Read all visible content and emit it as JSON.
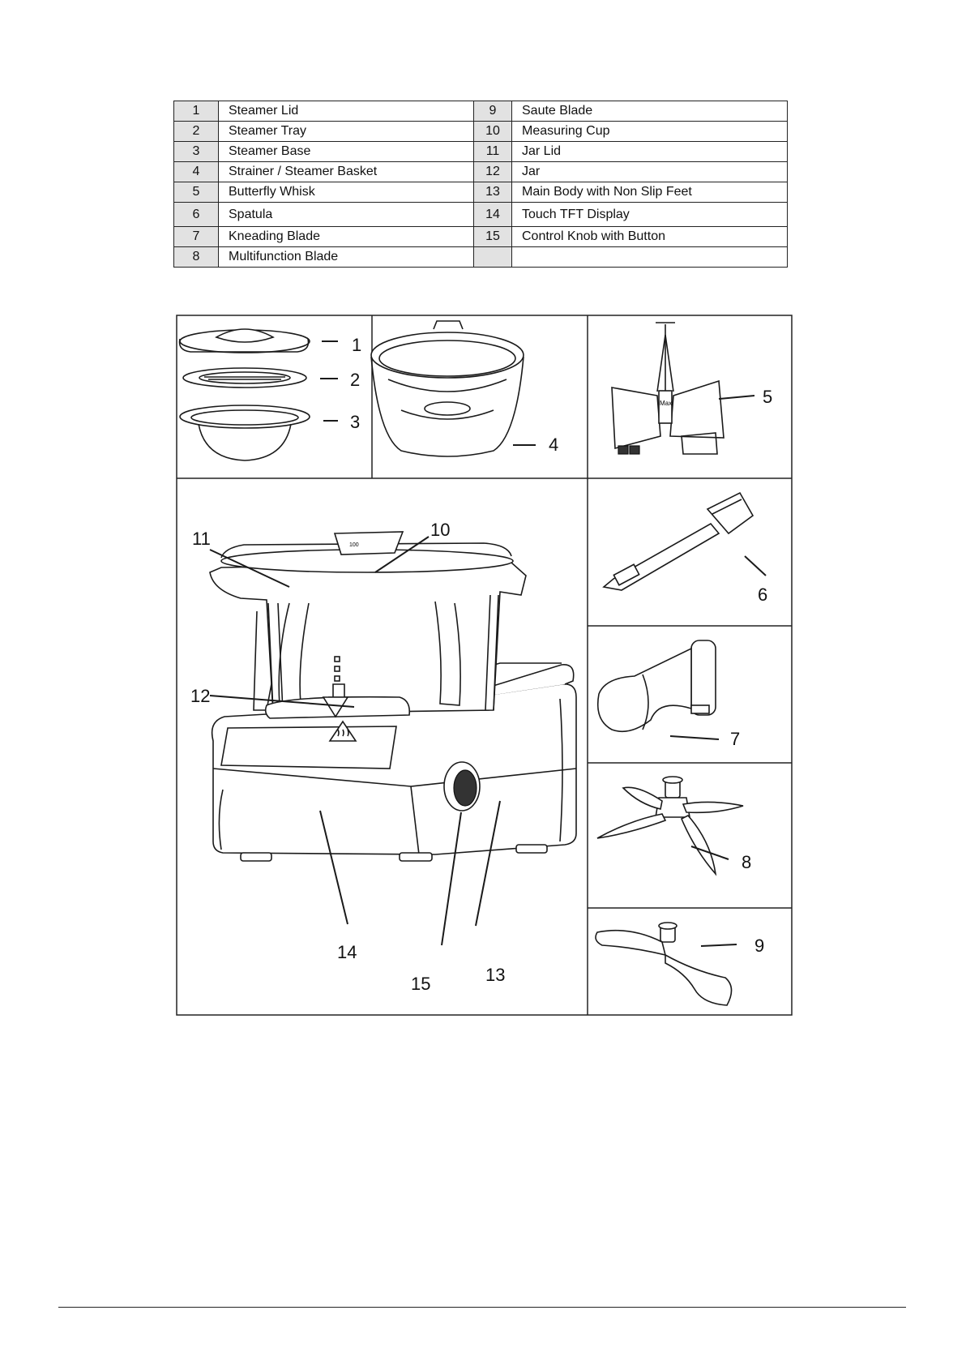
{
  "parts": [
    {
      "left": {
        "num": "1",
        "name": "Steamer Lid"
      },
      "right": {
        "num": "9",
        "name": "Saute Blade"
      }
    },
    {
      "left": {
        "num": "2",
        "name": "Steamer Tray"
      },
      "right": {
        "num": "10",
        "name": "Measuring Cup"
      }
    },
    {
      "left": {
        "num": "3",
        "name": "Steamer Base"
      },
      "right": {
        "num": "11",
        "name": "Jar Lid"
      }
    },
    {
      "left": {
        "num": "4",
        "name": "Strainer / Steamer Basket"
      },
      "right": {
        "num": "12",
        "name": "Jar"
      }
    },
    {
      "left": {
        "num": "5",
        "name": "Butterfly Whisk"
      },
      "right": {
        "num": "13",
        "name": "Main Body with Non Slip Feet"
      }
    },
    {
      "left": {
        "num": "6",
        "name": "Spatula"
      },
      "right": {
        "num": "14",
        "name": "Touch TFT Display"
      }
    },
    {
      "left": {
        "num": "7",
        "name": "Kneading Blade"
      },
      "right": {
        "num": "15",
        "name": "Control Knob with Button"
      }
    },
    {
      "left": {
        "num": "8",
        "name": "Multifunction Blade"
      },
      "right": {
        "num": "",
        "name": ""
      }
    }
  ],
  "callouts": {
    "n1": "1",
    "n2": "2",
    "n3": "3",
    "n4": "4",
    "n5": "5",
    "n6": "6",
    "n7": "7",
    "n8": "8",
    "n9": "9",
    "n10": "10",
    "n11": "11",
    "n12": "12",
    "n13": "13",
    "n14": "14",
    "n15": "15"
  },
  "markings": {
    "whisk_max": "Max",
    "cup_scale": "100"
  }
}
